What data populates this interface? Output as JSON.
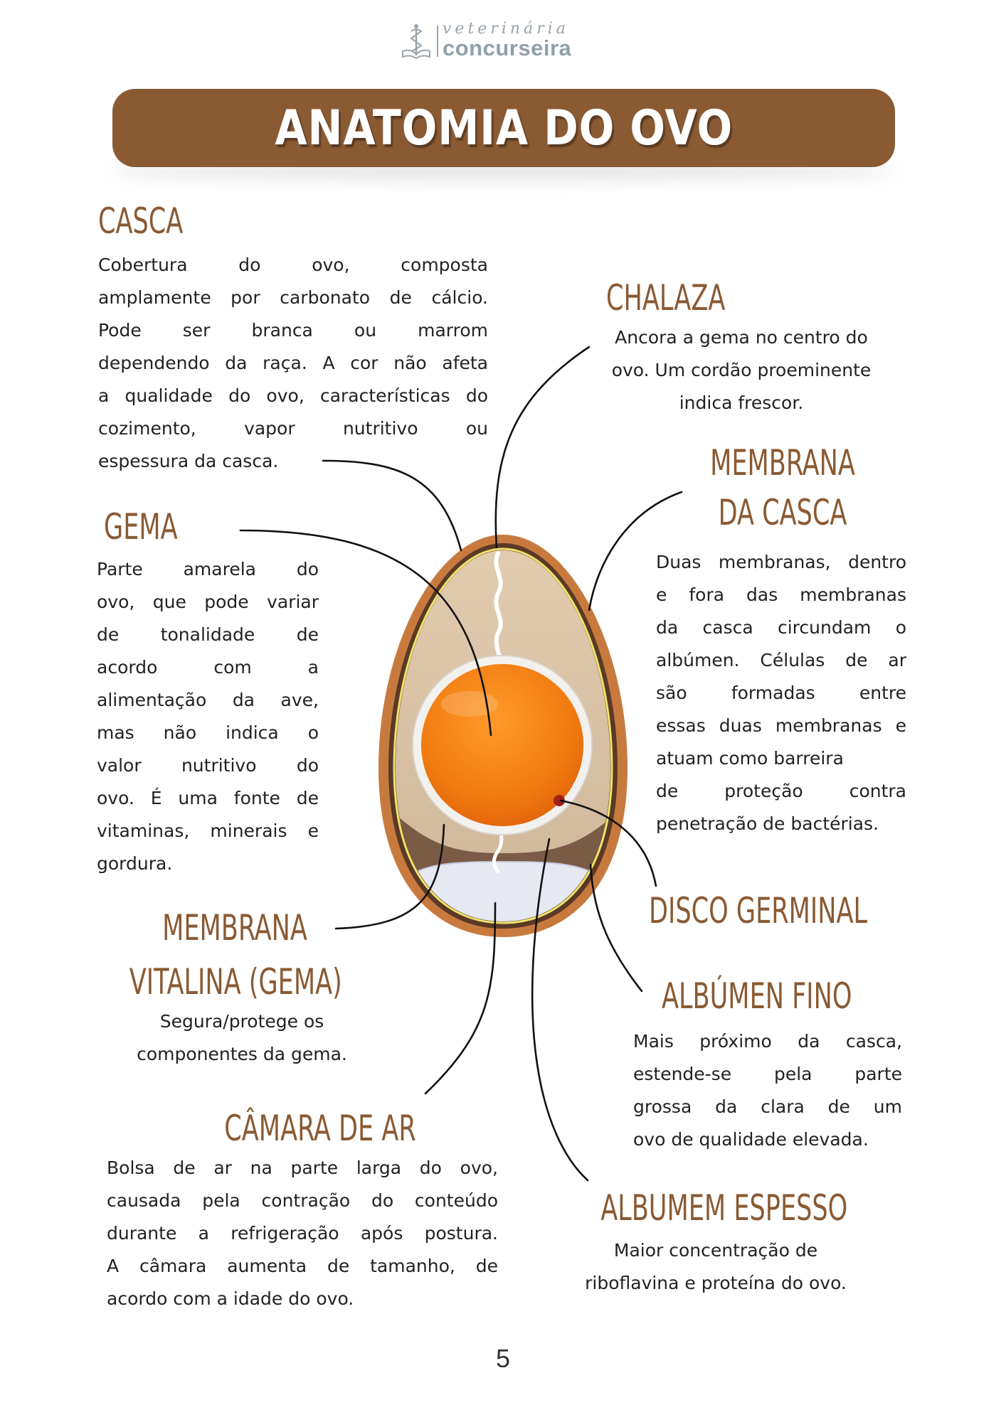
{
  "brand": {
    "script": "veterinária",
    "word": "concurseira"
  },
  "title": "ANATOMIA DO OVO",
  "sections": {
    "casca": {
      "heading": "CASCA",
      "lines": [
        "Cobertura do ovo, composta",
        "amplamente por carbonato de cálcio.",
        "Pode ser branca ou marrom",
        "dependendo da raça. A cor não afeta",
        "a qualidade do ovo, características do",
        "cozimento, vapor nutritivo ou",
        "espessura da casca."
      ]
    },
    "chalaza": {
      "heading": "CHALAZA",
      "lines": [
        "Ancora a gema no centro do",
        "ovo. Um cordão proeminente",
        "indica frescor."
      ]
    },
    "membrana_casca": {
      "heading_1": "MEMBRANA",
      "heading_2": "DA CASCA",
      "lines": [
        "Duas membranas, dentro",
        "e fora das membranas",
        "da casca circundam o",
        "albúmen. Células de ar",
        "são formadas entre",
        "essas duas membranas e",
        "atuam como barreira",
        "de proteção contra",
        "penetração de bactérias."
      ]
    },
    "gema": {
      "heading": "GEMA",
      "lines": [
        "Parte amarela do",
        "ovo, que pode variar",
        "de tonalidade de",
        "acordo com a",
        "alimentação da ave,",
        "mas não indica o",
        "valor nutritivo do",
        "ovo. É uma fonte de",
        "vitaminas, minerais e",
        "gordura."
      ]
    },
    "disco_germinal": {
      "heading": "DISCO GERMINAL"
    },
    "membrana_vitalina": {
      "heading_1": "MEMBRANA",
      "heading_2": "VITALINA (GEMA)",
      "lines": [
        "Segura/protege os",
        "componentes da gema."
      ]
    },
    "albumen_fino": {
      "heading": "ALBÚMEN FINO",
      "lines": [
        "Mais próximo da casca,",
        "estende-se pela parte",
        "grossa da clara de um",
        "ovo de qualidade elevada."
      ]
    },
    "camara_ar": {
      "heading": "CÂMARA DE AR",
      "lines": [
        "Bolsa de ar na parte larga do ovo,",
        "causada pela contração do conteúdo",
        "durante a refrigeração após postura.",
        "A câmara aumenta de tamanho, de",
        "acordo com a idade do ovo."
      ]
    },
    "albumem_espesso": {
      "heading": "ALBUMEM ESPESSO",
      "lines": [
        "Maior concentração de",
        "riboflavina e proteína do ovo."
      ]
    }
  },
  "page_number": "5",
  "colors": {
    "brand_brown": "#8a5a33",
    "shell": "#c87a3e",
    "yolk": "#f07a10",
    "albumen": "#d8c2a7",
    "air_cell": "#e6e8f2"
  }
}
